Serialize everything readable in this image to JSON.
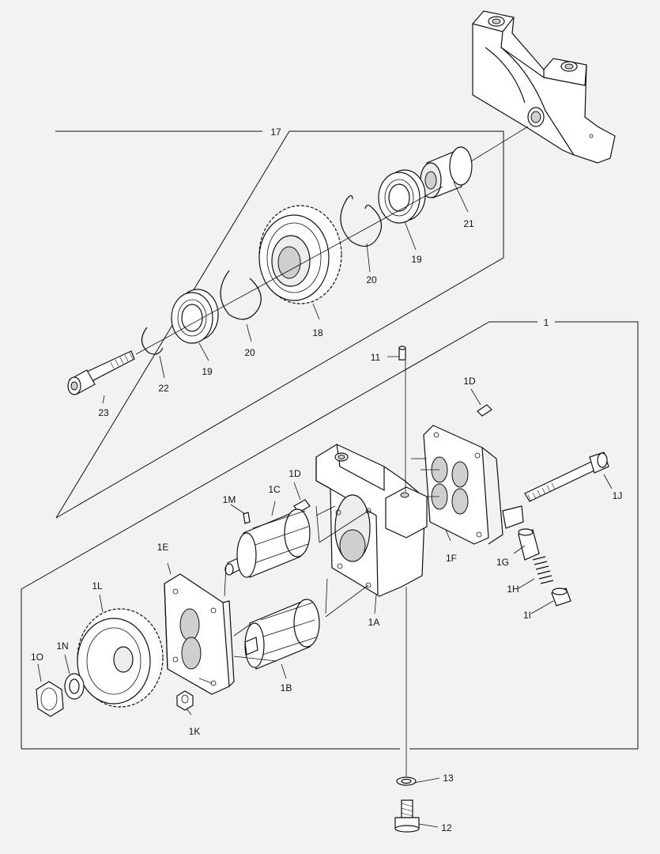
{
  "callouts": {
    "c17": "17",
    "c21": "21",
    "c19a": "19",
    "c20a": "20",
    "c18": "18",
    "c20b": "20",
    "c19b": "19",
    "c22": "22",
    "c23": "23",
    "c1": "1",
    "c11": "11",
    "c1D_top": "1D",
    "c1J": "1J",
    "c1D_mid": "1D",
    "c1C": "1C",
    "c1M": "1M",
    "c1F": "1F",
    "c1G": "1G",
    "c1H": "1H",
    "c1I": "1I",
    "c1E": "1E",
    "c1L": "1L",
    "c1A": "1A",
    "c1N": "1N",
    "c1O": "1O",
    "c1B": "1B",
    "c1K": "1K",
    "c13": "13",
    "c12": "12"
  },
  "colors": {
    "background": "#f2f2f2",
    "line": "#111111",
    "part_fill": "#ffffff",
    "shade": "#cfcfcf"
  }
}
